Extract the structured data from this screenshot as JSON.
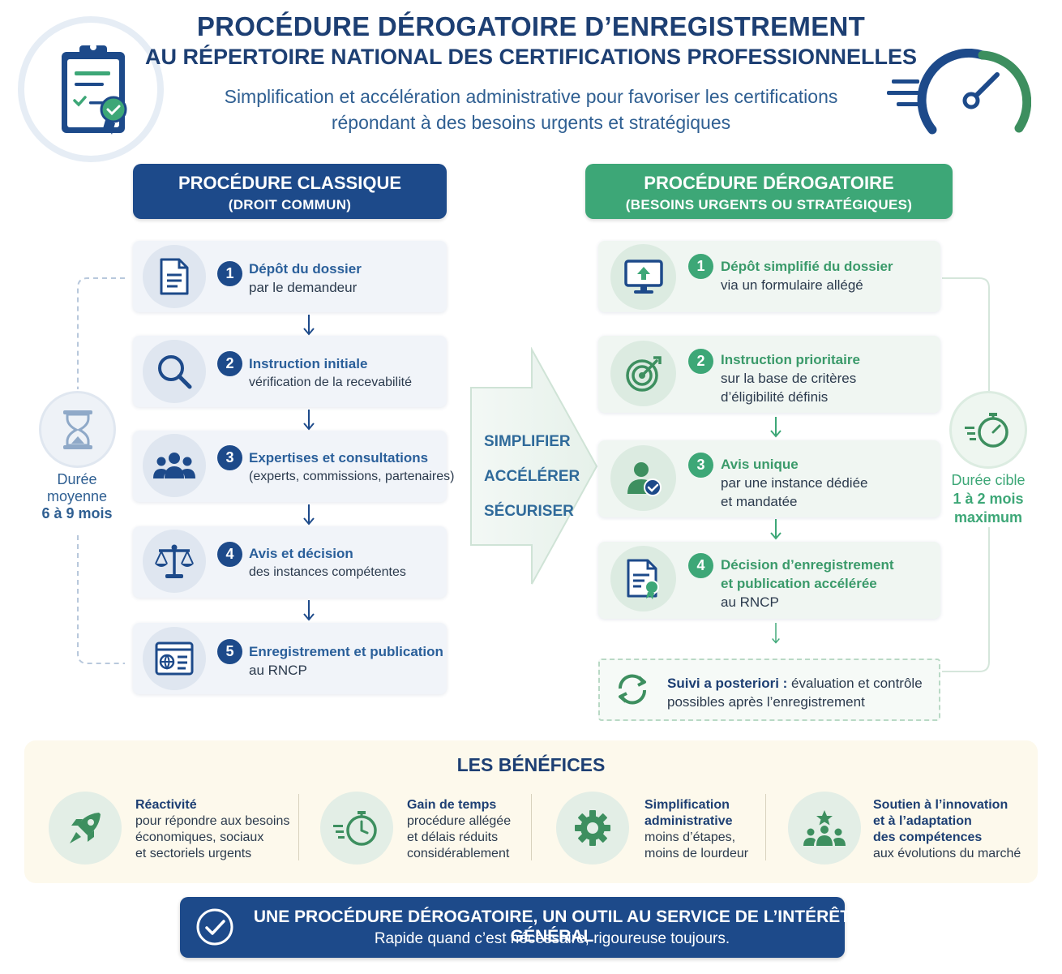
{
  "header": {
    "title_line1": "PROCÉDURE DÉROGATOIRE D’ENREGISTREMENT",
    "title_line2": "AU RÉPERTOIRE NATIONAL DES CERTIFICATIONS PROFESSIONNELLES",
    "subtitle_line1": "Simplification et accélération administrative pour favoriser les certifications",
    "subtitle_line2": "répondant à des besoins urgents et stratégiques"
  },
  "classic": {
    "heading": "PROCÉDURE CLASSIQUE",
    "subheading": "(DROIT COMMUN)",
    "duration": [
      "Durée",
      "moyenne",
      "6 à 9 mois"
    ],
    "steps": [
      {
        "num": "1",
        "title": "Dépôt du dossier",
        "desc": "par le demandeur",
        "icon": "document-icon"
      },
      {
        "num": "2",
        "title": "Instruction initiale",
        "desc": "vérification de la recevabilité",
        "icon": "search-icon"
      },
      {
        "num": "3",
        "title": "Expertises et consultations",
        "desc": "(experts, commissions, partenaires)",
        "icon": "group-icon"
      },
      {
        "num": "4",
        "title": "Avis et décision",
        "desc": "des instances compétentes",
        "icon": "scales-icon"
      },
      {
        "num": "5",
        "title": "Enregistrement et publication",
        "desc": "au RNCP",
        "icon": "web-document-icon"
      }
    ]
  },
  "derogatory": {
    "heading": "PROCÉDURE DÉROGATOIRE",
    "subheading": "(BESOINS URGENTS OU STRATÉGIQUES)",
    "duration": [
      "Durée cible",
      "1 à 2 mois",
      "maximum"
    ],
    "steps": [
      {
        "num": "1",
        "title_lines": [
          "Dépôt simplifié du dossier"
        ],
        "desc_lines": [
          "via un formulaire allégé"
        ],
        "icon": "monitor-upload-icon"
      },
      {
        "num": "2",
        "title_lines": [
          "Instruction prioritaire"
        ],
        "desc_lines": [
          "sur la base de critères",
          "d’éligibilité définis"
        ],
        "icon": "target-icon"
      },
      {
        "num": "3",
        "title_lines": [
          "Avis unique"
        ],
        "desc_lines": [
          "par une instance dédiée",
          "et mandatée"
        ],
        "icon": "user-check-icon"
      },
      {
        "num": "4",
        "title_lines": [
          "Décision d’enregistrement",
          "et publication accélérée"
        ],
        "desc_lines": [
          "au RNCP"
        ],
        "icon": "certificate-icon"
      }
    ],
    "followup_bold": "Suivi a posteriori :",
    "followup_rest": " évaluation et contrôle",
    "followup_line2": "possibles après l’enregistrement"
  },
  "center_arrow": {
    "words": [
      "SIMPLIFIER",
      "ACCÉLÉRER",
      "SÉCURISER"
    ]
  },
  "benefits": {
    "title": "LES BÉNÉFICES",
    "items": [
      {
        "title_lines": [
          "Réactivité"
        ],
        "desc_lines": [
          "pour répondre aux besoins",
          "économiques, sociaux",
          "et sectoriels urgents"
        ],
        "icon": "rocket-icon"
      },
      {
        "title_lines": [
          "Gain de temps"
        ],
        "desc_lines": [
          "procédure allégée",
          "et délais réduits",
          "considérablement"
        ],
        "icon": "stopwatch-icon"
      },
      {
        "title_lines": [
          "Simplification",
          "administrative"
        ],
        "desc_lines": [
          "moins d’étapes,",
          "moins de lourdeur"
        ],
        "icon": "gear-icon"
      },
      {
        "title_lines": [
          "Soutien à l’innovation",
          "et à l’adaptation",
          "des compétences"
        ],
        "desc_lines": [
          "aux évolutions du marché"
        ],
        "icon": "team-star-icon"
      }
    ]
  },
  "banner": {
    "line1": "UNE PROCÉDURE DÉROGATOIRE, UN OUTIL AU SERVICE DE L’INTÉRÊT GÉNÉRAL",
    "line2": "Rapide quand c’est nécessaire, rigoureuse toujours."
  },
  "colors": {
    "navy": "#1d4a8a",
    "green": "#3da777",
    "light_blue_card": "#f1f4f9",
    "light_green_card": "#f0f6f2",
    "benefits_bg": "#fdf9ec"
  }
}
